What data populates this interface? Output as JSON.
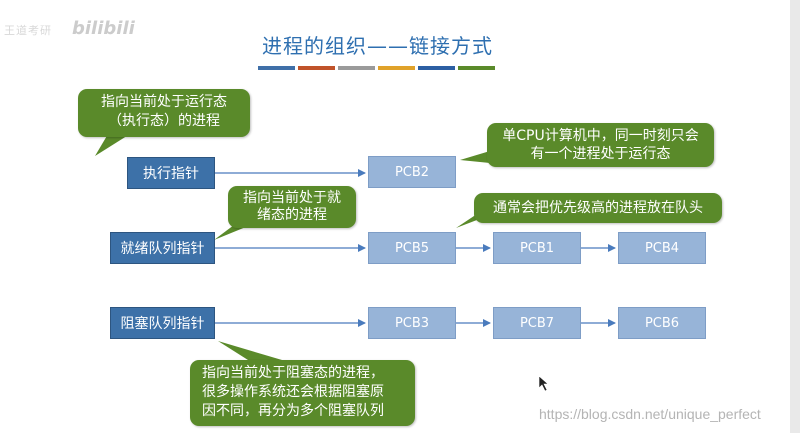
{
  "title": "进程的组织——链接方式",
  "accent_colors": [
    "#3f6fa8",
    "#c0532a",
    "#9a9a9a",
    "#e0a22a",
    "#2c5fa3",
    "#5a8a2a"
  ],
  "pointers": {
    "exec": "执行指针",
    "ready": "就绪队列指针",
    "blocked": "阻塞队列指针"
  },
  "pcbs": {
    "exec": [
      "PCB2"
    ],
    "ready": [
      "PCB5",
      "PCB1",
      "PCB4"
    ],
    "blocked": [
      "PCB3",
      "PCB7",
      "PCB6"
    ]
  },
  "callouts": {
    "exec_note": [
      "指向当前处于运行态",
      "（执行态）的进程"
    ],
    "uni_note": [
      "单CPU计算机中，同一时刻只会",
      "有一个进程处于运行态"
    ],
    "ready_note": [
      "指向当前处于就",
      "绪态的进程"
    ],
    "priority_note": [
      "通常会把优先级高的进程放在队头"
    ],
    "blocked_note": [
      "指向当前处于阻塞态的进程，",
      "很多操作系统还会根据阻塞原",
      "因不同，再分为多个阻塞队列"
    ]
  },
  "watermarks": {
    "top_left_text": "王道考研",
    "top_left_logo": "bilibili",
    "bottom_right": "https://blog.csdn.net/unique_perfect"
  },
  "colors": {
    "pointer_box": "#3d71a8",
    "pcb_box": "#97b4d8",
    "callout": "#5a8a2a",
    "arrow": "#4a7bbd",
    "title": "#2e6fb0"
  }
}
